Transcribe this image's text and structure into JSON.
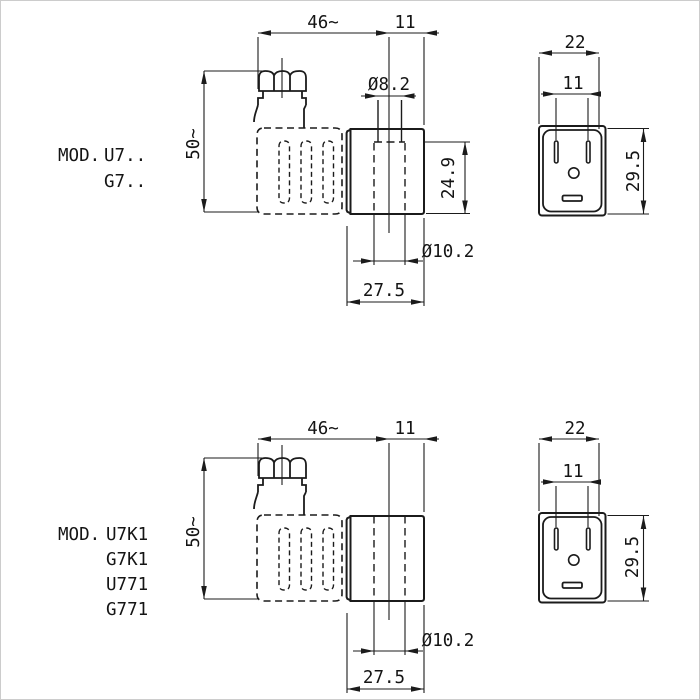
{
  "page": {
    "background": "#ffffff",
    "frame_color": "#cccccc",
    "line_color": "#1b1b1b"
  },
  "drawings": [
    {
      "id": "top",
      "model_label": {
        "prefix": "MOD.",
        "models": [
          "U7..",
          "G7.."
        ]
      },
      "side_view": {
        "overall_width": "46~",
        "axis_to_face": "11",
        "height": "50~",
        "cable_entry_dia": "Ø8.2",
        "bore_depth": "24.9",
        "bore_dia": "Ø10.2",
        "body_depth": "27.5"
      },
      "front_view": {
        "width": "22",
        "pin_spacing": "11",
        "height": "29.5"
      }
    },
    {
      "id": "bottom",
      "model_label": {
        "prefix": "MOD.",
        "models": [
          "U7K1",
          "G7K1",
          "U771",
          "G771"
        ]
      },
      "side_view": {
        "overall_width": "46~",
        "axis_to_face": "11",
        "height": "50~",
        "bore_dia": "Ø10.2",
        "body_depth": "27.5"
      },
      "front_view": {
        "width": "22",
        "pin_spacing": "11",
        "height": "29.5"
      }
    }
  ]
}
